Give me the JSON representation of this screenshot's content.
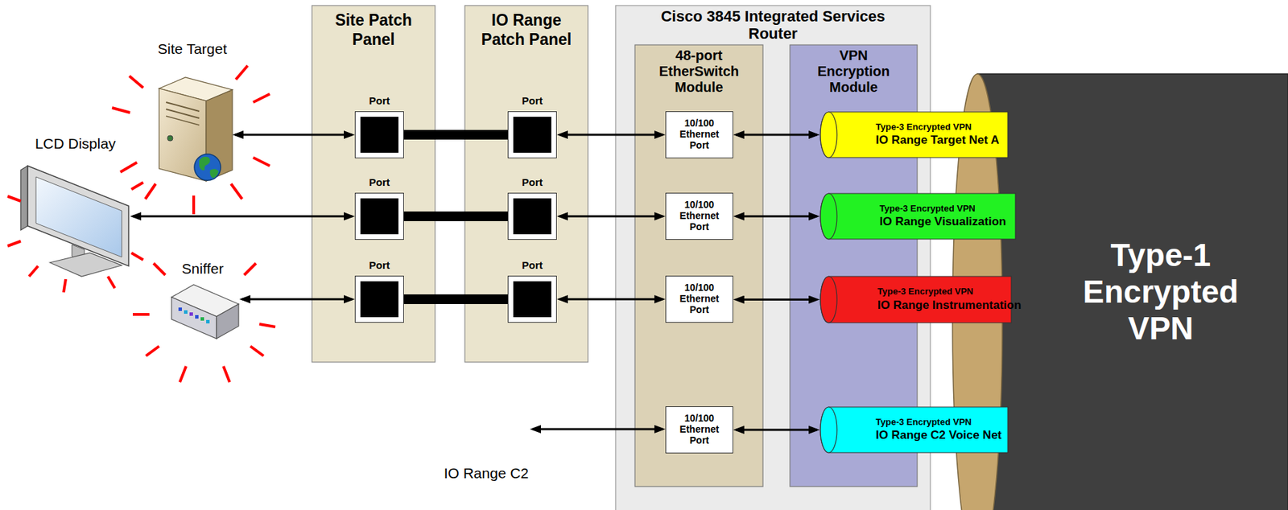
{
  "diagram": {
    "nodes": [
      {
        "text": [
          "Site Target"
        ]
      },
      {
        "text": [
          "LCD Display"
        ]
      },
      {
        "text": [
          "Sniffer"
        ]
      },
      {
        "text": [
          "Site Patch Panel"
        ]
      },
      {
        "text": [
          "Port"
        ],
        "in": 3
      },
      {
        "text": [
          "Port"
        ],
        "in": 3
      },
      {
        "text": [
          "Port"
        ],
        "in": 3
      },
      {
        "text": [
          "IO Range Patch Panel"
        ]
      },
      {
        "text": [
          "Port"
        ],
        "in": 7
      },
      {
        "text": [
          "Port"
        ],
        "in": 7
      },
      {
        "text": [
          "Port"
        ],
        "in": 7
      },
      {
        "text": [
          "Cisco 3845 Integrated Services Router"
        ]
      },
      {
        "text": [
          "48-port EtherSwitch Module"
        ],
        "in": 11
      },
      {
        "text": [
          "10/100 Ethernet Port"
        ],
        "in": 12
      },
      {
        "text": [
          "10/100 Ethernet Port"
        ],
        "in": 12
      },
      {
        "text": [
          "10/100 Ethernet Port"
        ],
        "in": 12
      },
      {
        "text": [
          "10/100 Ethernet Port"
        ],
        "in": 12
      },
      {
        "text": [
          "VPN Encryption Module"
        ],
        "in": 11
      },
      {
        "text": [
          "Type-3 Encrypted VPN",
          "IO Range Target Net A"
        ],
        "in": 17
      },
      {
        "text": [
          "Type-3 Encrypted VPN",
          "IO Range Visualization"
        ],
        "in": 17
      },
      {
        "text": [
          "Type-3 Encrypted VPN",
          "IO Range Instrumentation"
        ],
        "in": 17
      },
      {
        "text": [
          "Type-3 Encrypted VPN",
          "IO Range C2 Voice Net"
        ],
        "in": 17
      },
      {
        "text": [
          "Type-1 Encrypted VPN"
        ]
      }
    ],
    "edges": [
      {
        "from": 0,
        "to": 4,
        "arrow": "both"
      },
      {
        "from": 4,
        "to": 8,
        "arrow": "none"
      },
      {
        "from": 8,
        "to": 13,
        "arrow": "both"
      },
      {
        "from": 13,
        "to": 18,
        "arrow": "both"
      },
      {
        "from": 1,
        "to": 5,
        "arrow": "both"
      },
      {
        "from": 5,
        "to": 9,
        "arrow": "none"
      },
      {
        "from": 9,
        "to": 14,
        "arrow": "both"
      },
      {
        "from": 14,
        "to": 19,
        "arrow": "both"
      },
      {
        "from": 2,
        "to": 6,
        "arrow": "both"
      },
      {
        "from": 6,
        "to": 10,
        "arrow": "none"
      },
      {
        "from": 10,
        "to": 15,
        "arrow": "both"
      },
      {
        "from": 15,
        "to": 20,
        "arrow": "both"
      },
      {
        "from": 16,
        "to": 21,
        "arrow": "both"
      }
    ],
    "labels": [
      "IO Range C2"
    ]
  }
}
